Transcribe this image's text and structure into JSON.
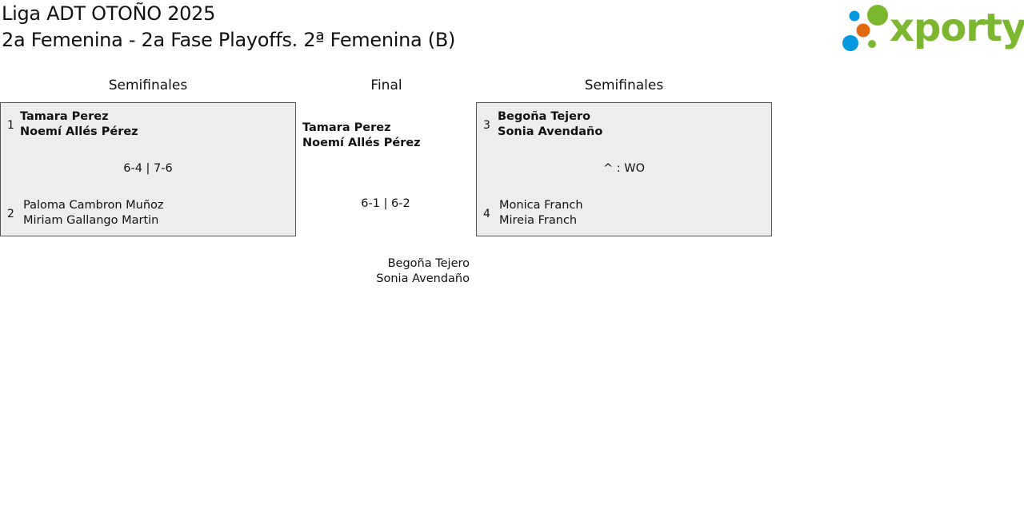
{
  "header": {
    "title": "Liga ADT OTOÑO 2025",
    "subtitle": "2a Femenina - 2a Fase Playoffs. 2ª Femenina (B)"
  },
  "logo": {
    "text": "xporty",
    "colors": {
      "text": "#7cb82f",
      "dot_blue": "#0099e0",
      "dot_orange": "#e06a10",
      "dot_green": "#7cb82f"
    }
  },
  "rounds": {
    "left": "Semifinales",
    "center": "Final",
    "right": "Semifinales"
  },
  "semifinal_left": {
    "top": {
      "seed": "1",
      "player1": "Tamara Perez",
      "player2": "Noemí Allés Pérez",
      "winner": true
    },
    "score": "6-4 | 7-6",
    "bottom": {
      "seed": "2",
      "player1": "Paloma Cambron Muñoz",
      "player2": "Miriam Gallango Martin",
      "winner": false
    }
  },
  "final": {
    "top": {
      "player1": "Tamara Perez",
      "player2": "Noemí Allés Pérez",
      "winner": true
    },
    "score": "6-1 | 6-2",
    "bottom": {
      "player1": "Begoña Tejero",
      "player2": "Sonia Avendaño",
      "winner": false
    }
  },
  "semifinal_right": {
    "top": {
      "seed": "3",
      "player1": "Begoña Tejero",
      "player2": "Sonia Avendaño",
      "winner": true
    },
    "score": "^ : WO",
    "bottom": {
      "seed": "4",
      "player1": "Monica Franch",
      "player2": "Mireia Franch",
      "winner": false
    }
  },
  "colors": {
    "box_background": "#ededed",
    "box_border": "#555555"
  }
}
